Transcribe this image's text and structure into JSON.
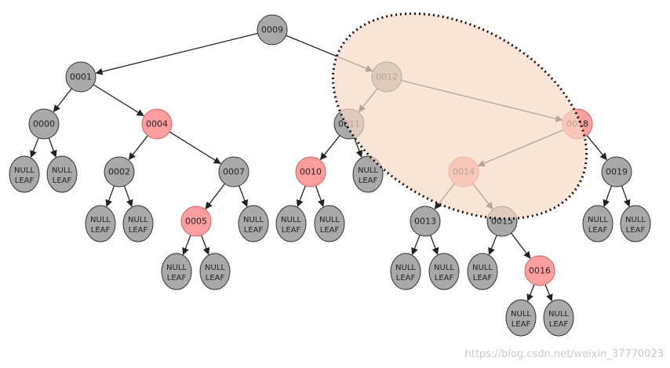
{
  "colors": {
    "black_node": "#a9a9a9",
    "red_node": "#ff9e9e",
    "red_stroke": "#d96060",
    "highlight_fill": "#f7d9c4",
    "edge": "#222222"
  },
  "leaf_label": [
    "NULL",
    "LEAF"
  ],
  "watermark": "https://blog.csdn.net/weixin_37770023",
  "nodes": [
    {
      "id": "0009",
      "label": "0009",
      "color": "black"
    },
    {
      "id": "0001",
      "label": "0001",
      "color": "black"
    },
    {
      "id": "0012",
      "label": "0012",
      "color": "black",
      "highlight": true
    },
    {
      "id": "0000",
      "label": "0000",
      "color": "black"
    },
    {
      "id": "0004",
      "label": "0004",
      "color": "red"
    },
    {
      "id": "0011",
      "label": "0011",
      "color": "black",
      "highlight": true
    },
    {
      "id": "0018",
      "label": "0018",
      "color": "red",
      "highlight": true
    },
    {
      "id": "0002",
      "label": "0002",
      "color": "black"
    },
    {
      "id": "0007",
      "label": "0007",
      "color": "black"
    },
    {
      "id": "0010",
      "label": "0010",
      "color": "red"
    },
    {
      "id": "0014",
      "label": "0014",
      "color": "red",
      "highlight": true
    },
    {
      "id": "0019",
      "label": "0019",
      "color": "black"
    },
    {
      "id": "0005",
      "label": "0005",
      "color": "red"
    },
    {
      "id": "0013",
      "label": "0013",
      "color": "black"
    },
    {
      "id": "0015",
      "label": "0015",
      "color": "black",
      "highlight": true
    },
    {
      "id": "0016",
      "label": "0016",
      "color": "red"
    }
  ],
  "edges": [
    [
      "0009",
      "0001"
    ],
    [
      "0009",
      "0012"
    ],
    [
      "0001",
      "0000"
    ],
    [
      "0001",
      "0004"
    ],
    [
      "0012",
      "0011"
    ],
    [
      "0012",
      "0018"
    ],
    [
      "0004",
      "0002"
    ],
    [
      "0004",
      "0007"
    ],
    [
      "0011",
      "0010"
    ],
    [
      "0011",
      "L11"
    ],
    [
      "0018",
      "0014"
    ],
    [
      "0018",
      "0019"
    ],
    [
      "0000",
      "L1"
    ],
    [
      "0000",
      "L2"
    ],
    [
      "0002",
      "L3"
    ],
    [
      "0002",
      "L4"
    ],
    [
      "0007",
      "0005"
    ],
    [
      "0007",
      "L5"
    ],
    [
      "0010",
      "L9"
    ],
    [
      "0010",
      "L10"
    ],
    [
      "0014",
      "0013"
    ],
    [
      "0014",
      "0015"
    ],
    [
      "0019",
      "L18"
    ],
    [
      "0019",
      "L19"
    ],
    [
      "0005",
      "L6"
    ],
    [
      "0005",
      "L7"
    ],
    [
      "0013",
      "L12"
    ],
    [
      "0013",
      "L13"
    ],
    [
      "0015",
      "L14"
    ],
    [
      "0015",
      "0016"
    ],
    [
      "0016",
      "L15"
    ],
    [
      "0016",
      "L16"
    ]
  ]
}
